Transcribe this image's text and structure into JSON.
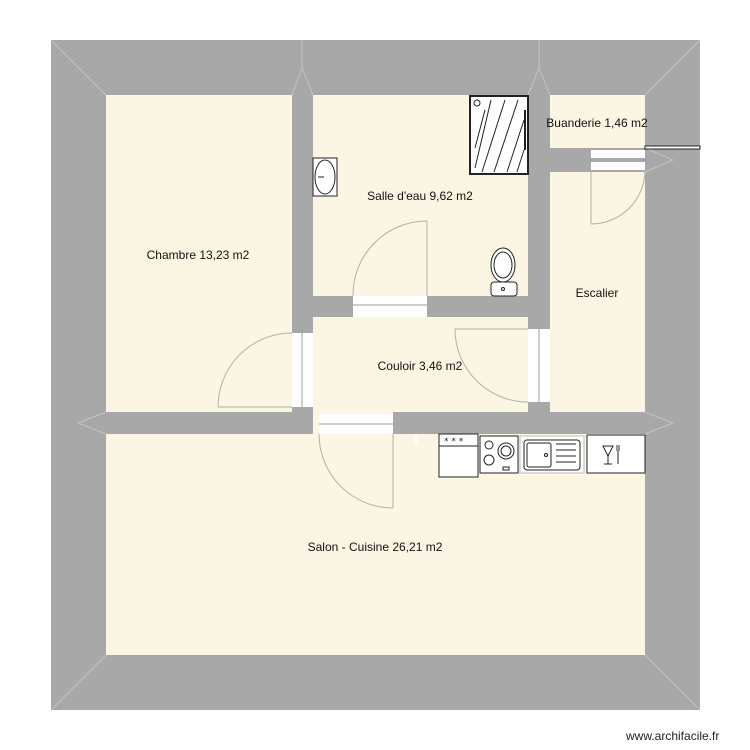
{
  "plan": {
    "colors": {
      "wall": "#a8a8a8",
      "room": "#fbf6e3",
      "door_leaf": "#ffffff",
      "swing": "#b0b0a8"
    },
    "rooms": [
      {
        "id": "chambre",
        "label": "Chambre 13,23 m2"
      },
      {
        "id": "salle-eau",
        "label": "Salle d'eau 9,62 m2"
      },
      {
        "id": "buanderie",
        "label": "Buanderie 1,46 m2"
      },
      {
        "id": "escalier",
        "label": "Escalier"
      },
      {
        "id": "couloir",
        "label": "Couloir 3,46 m2"
      },
      {
        "id": "salon-cuisine",
        "label": "Salon - Cuisine 26,21 m2"
      }
    ],
    "fixtures": [
      "shower",
      "washbasin",
      "toilet",
      "fridge",
      "cooktop",
      "sink",
      "dishwasher"
    ],
    "credit": "www.archifacile.fr"
  }
}
